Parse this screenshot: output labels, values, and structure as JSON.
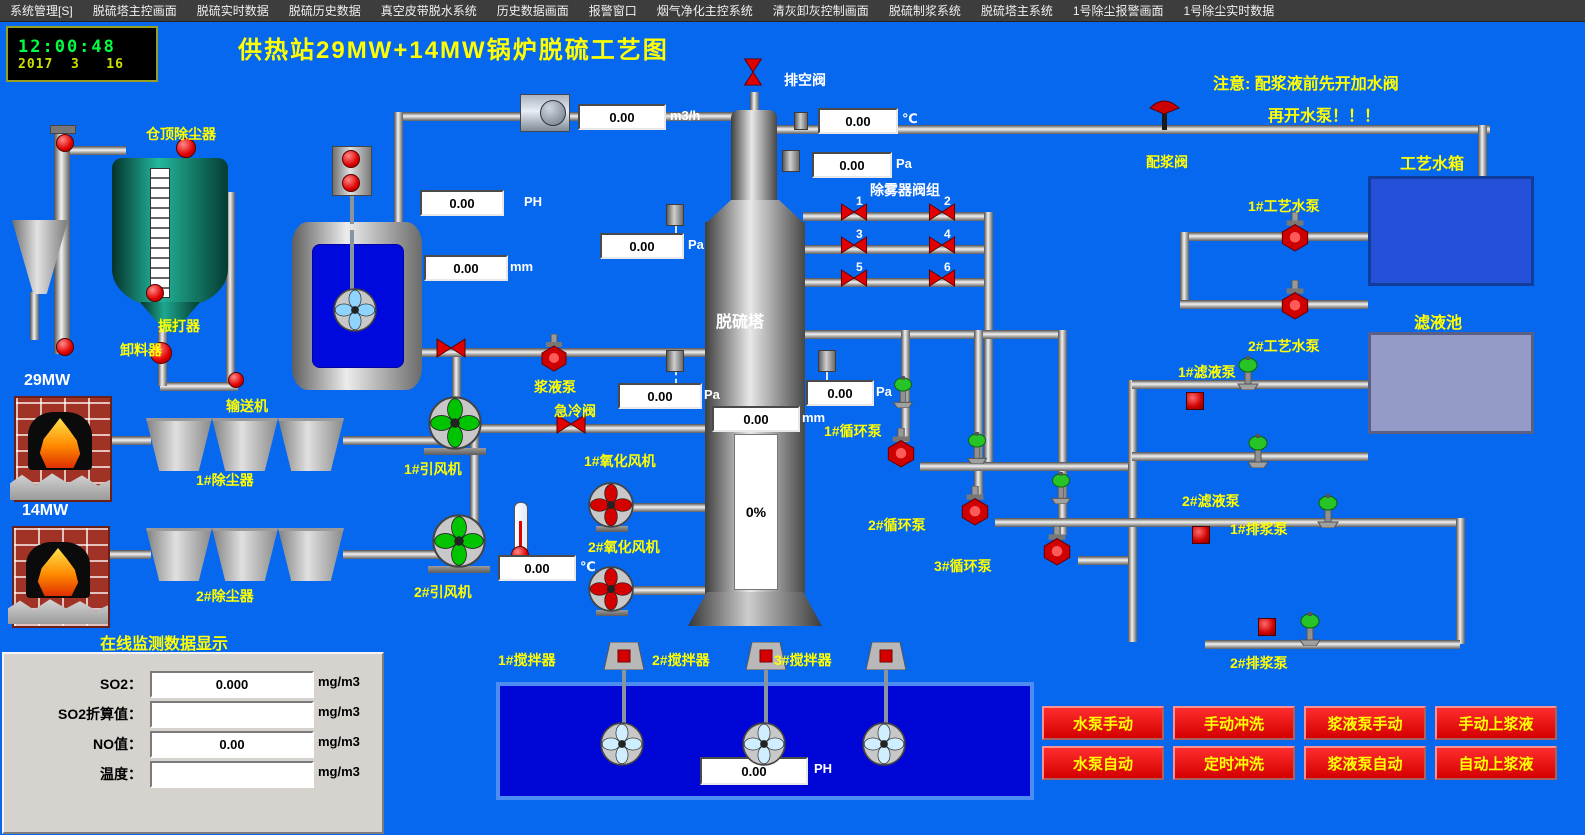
{
  "menu": {
    "items": [
      "系统管理[S]",
      "脱硫塔主控画面",
      "脱硫实时数据",
      "脱硫历史数据",
      "真空皮带脱水系统",
      "历史数据画面",
      "报警窗口",
      "烟气净化主控系统",
      "清灰卸灰控制画面",
      "脱硫制浆系统",
      "脱硫塔主系统",
      "1号除尘报警画面",
      "1号除尘实时数据"
    ]
  },
  "clock": {
    "time": "12:00:48",
    "date": "2017  3   16"
  },
  "title": "供热站29MW+14MW锅炉脱硫工艺图",
  "notice": {
    "line1": "注意: 配浆液前先开加水阀",
    "line2": "再开水泵！！！"
  },
  "labels": {
    "bin_dust_collector": "仓顶除尘器",
    "vibrator": "振打器",
    "unloader": "卸料器",
    "conveyor": "输送机",
    "boiler29": "29MW",
    "boiler14": "14MW",
    "dust1": "1#除尘器",
    "dust2": "2#除尘器",
    "idfan1": "1#引风机",
    "idfan2": "2#引风机",
    "slurry_pump": "浆液泵",
    "quench_valve": "急冷阀",
    "oxfan1": "1#氧化风机",
    "oxfan2": "2#氧化风机",
    "vent_valve": "排空阀",
    "tower": "脱硫塔",
    "demister_group": "除雾器阀组",
    "circ1": "1#循环泵",
    "circ2": "2#循环泵",
    "circ3": "3#循环泵",
    "mix_valve": "配浆阀",
    "water_tank": "工艺水箱",
    "wpump1": "1#工艺水泵",
    "wpump2": "2#工艺水泵",
    "filtrate_pool": "滤液池",
    "fpump1": "1#滤液泵",
    "fpump2": "2#滤液泵",
    "dpump1": "1#排浆泵",
    "dpump2": "2#排浆泵",
    "agitator1": "1#搅拌器",
    "agitator2": "2#搅拌器",
    "agitator3": "3#搅拌器"
  },
  "demister_numbers": [
    "1",
    "2",
    "3",
    "4",
    "5",
    "6"
  ],
  "displays": {
    "flow_top": {
      "value": "0.00",
      "unit": "m3/h"
    },
    "temp_top": {
      "value": "0.00",
      "unit": "℃"
    },
    "pa_top": {
      "value": "0.00",
      "unit": "Pa"
    },
    "ph_tank": {
      "value": "0.00",
      "unit": "PH"
    },
    "mm_tank": {
      "value": "0.00",
      "unit": "mm"
    },
    "pa_mid_left": {
      "value": "0.00",
      "unit": "Pa"
    },
    "pa_low_left": {
      "value": "0.00",
      "unit": "Pa"
    },
    "pa_right": {
      "value": "0.00",
      "unit": "Pa"
    },
    "tower_level": {
      "value": "0.00",
      "unit": "mm"
    },
    "tower_percent": "0%",
    "fan_temp": {
      "value": "0.00",
      "unit": "℃"
    },
    "pool_ph": {
      "value": "0.00",
      "unit": "PH"
    }
  },
  "monitor": {
    "title": "在线监测数据显示",
    "rows": [
      {
        "label": "SO2：",
        "value": "0.000",
        "unit": "mg/m3"
      },
      {
        "label": "SO2折算值：",
        "value": "",
        "unit": "mg/m3"
      },
      {
        "label": "NO值：",
        "value": "0.00",
        "unit": "mg/m3"
      },
      {
        "label": "温度：",
        "value": "",
        "unit": "mg/m3"
      }
    ]
  },
  "buttons": [
    "水泵手动",
    "手动冲洗",
    "浆液泵手动",
    "手动上浆液",
    "水泵自动",
    "定时冲洗",
    "浆液泵自动",
    "自动上浆液"
  ],
  "colors": {
    "background": "#0667ef",
    "label_yellow": "#ffff00",
    "button_red": "#e00000",
    "panel_gray": "#d6d3ce"
  }
}
